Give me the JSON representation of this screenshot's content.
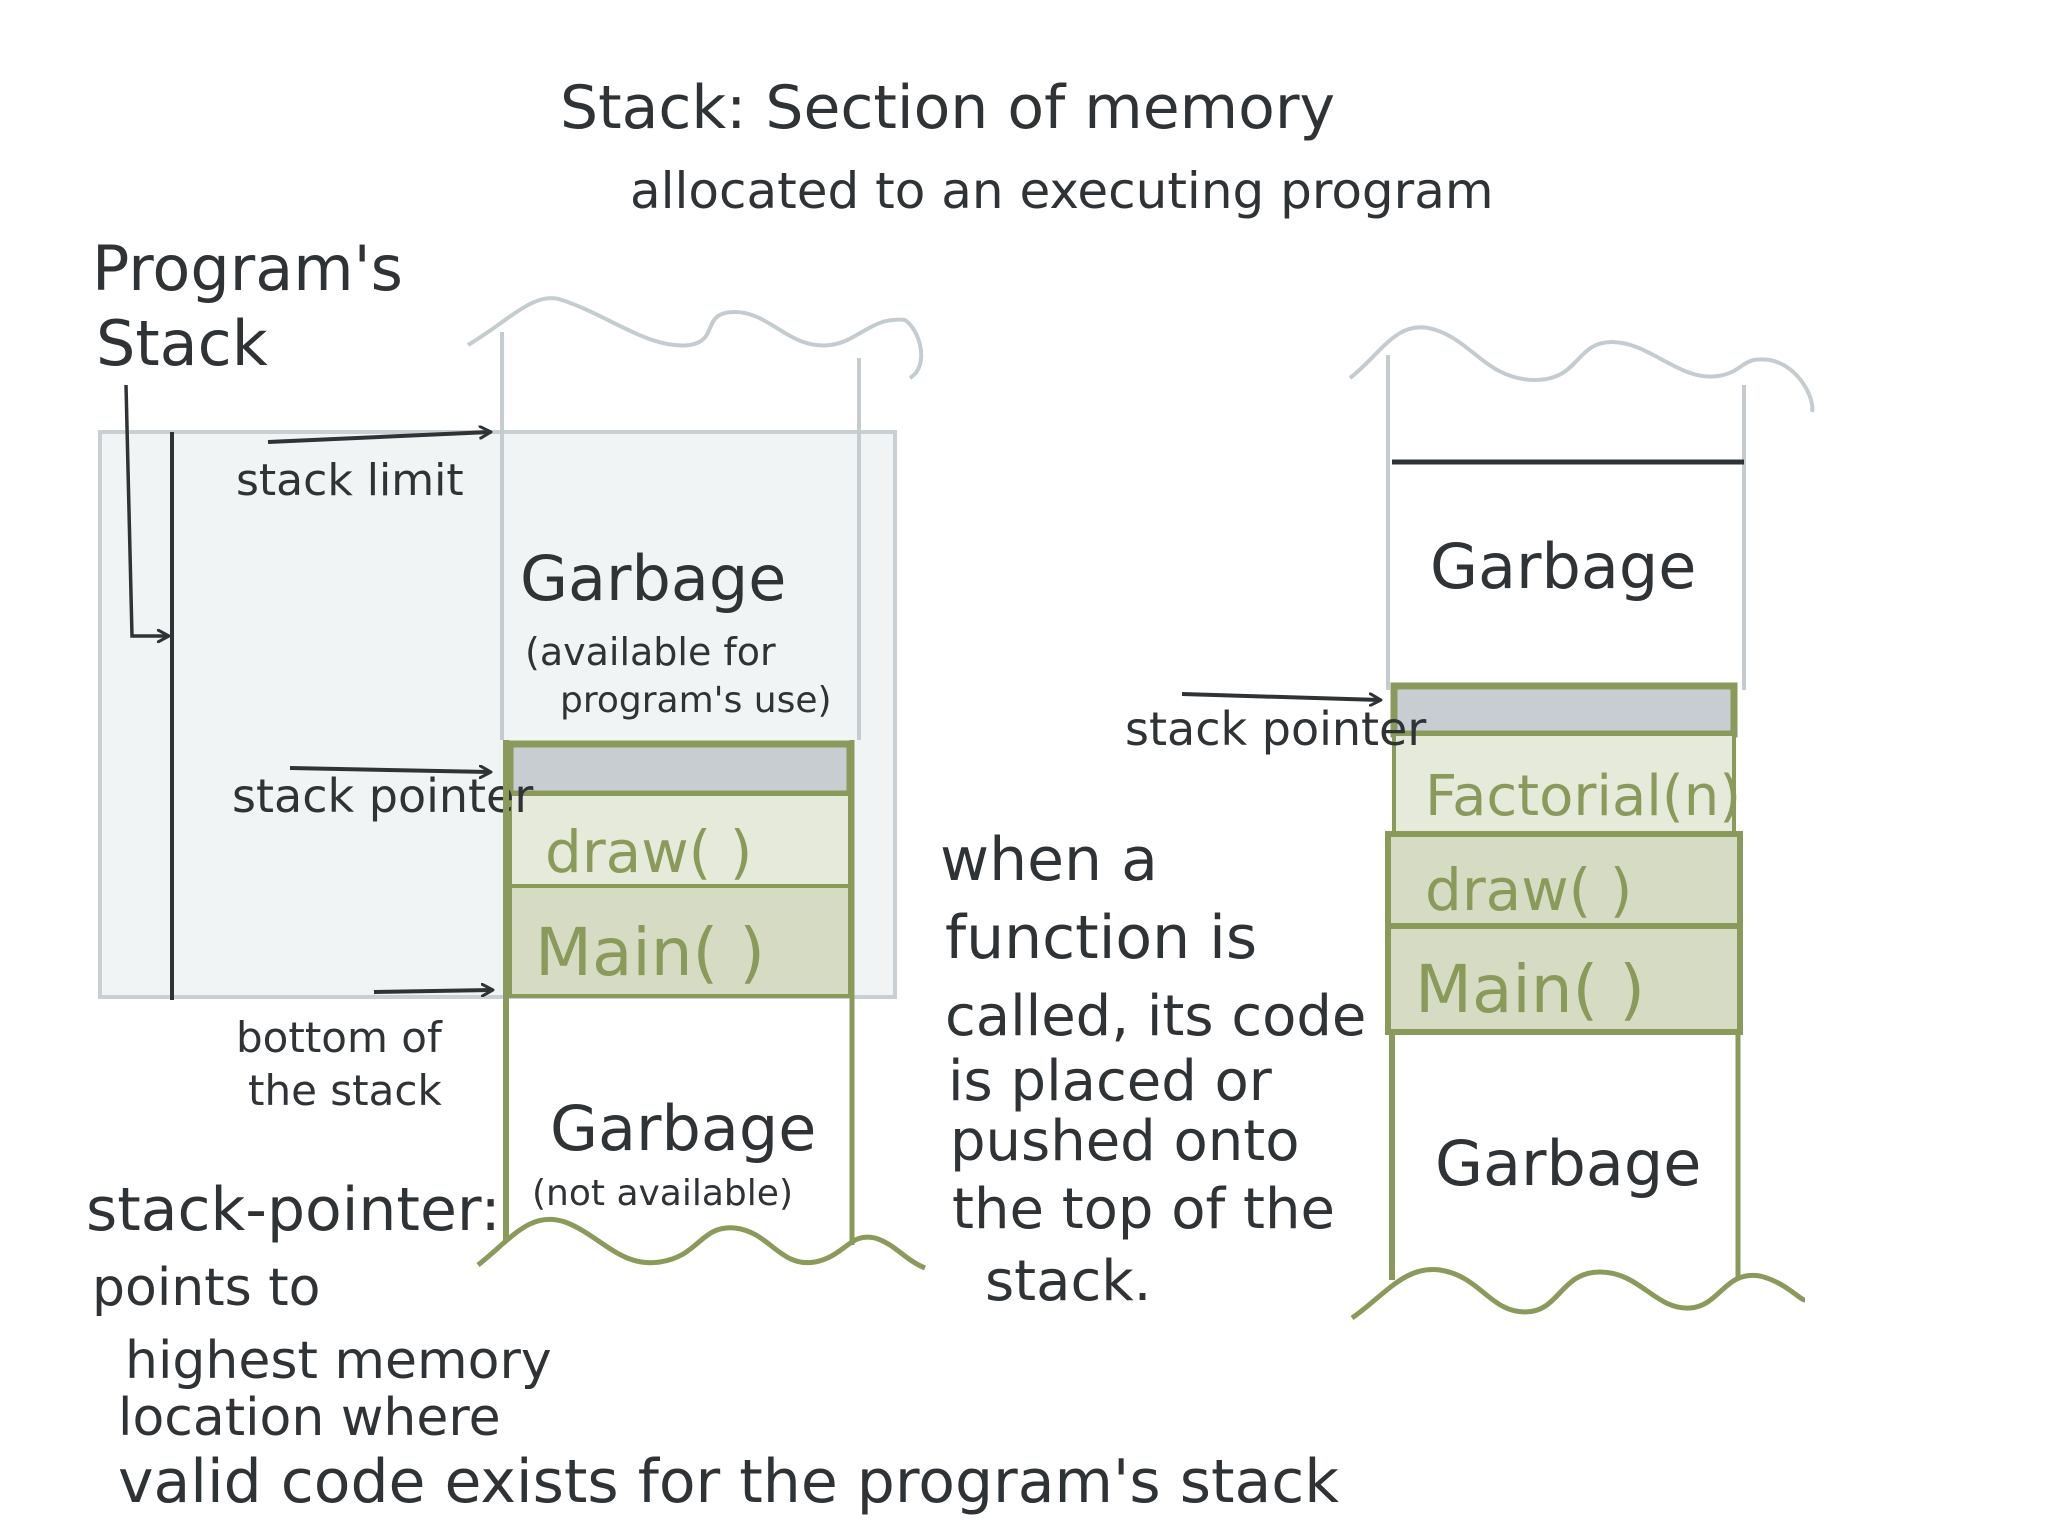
{
  "title": {
    "line1": "Stack: Section of memory",
    "line2": "allocated to an executing program"
  },
  "left_diagram": {
    "programs_stack_line1": "Program's",
    "programs_stack_line2": "Stack",
    "stack_limit": "stack limit",
    "stack_pointer": "stack pointer",
    "bottom_line1": "bottom of",
    "bottom_line2": "the stack",
    "garbage_top": "Garbage",
    "garbage_top_note_line1": "(available for",
    "garbage_top_note_line2": "program's use)",
    "frame_draw": "draw( )",
    "frame_main": "Main( )",
    "garbage_bottom": "Garbage",
    "garbage_bottom_note": "(not available)"
  },
  "note": {
    "line1": "when a",
    "line2": "function is",
    "line3": "called, its code",
    "line4": "is placed or",
    "line5": "pushed onto",
    "line6": "the top of the",
    "line7": "stack."
  },
  "right_diagram": {
    "garbage_top": "Garbage",
    "stack_pointer": "stack pointer",
    "frame_factorial": "Factorial(n)",
    "frame_draw": "draw( )",
    "frame_main": "Main( )",
    "garbage_bottom": "Garbage"
  },
  "definition": {
    "line1": "stack-pointer:",
    "line2": "points to",
    "line3": "highest memory",
    "line4": "location where",
    "line5": "valid code exists for the program's stack"
  },
  "colors": {
    "ink": "#2f3336",
    "green": "#8a9a5b",
    "frame_fill": "#d6dcc3",
    "frame_fill_light": "#e6eada",
    "pointer_slot": "#c7cdd1",
    "region_fill": "#f1f4f4",
    "region_border": "#c9d0d4",
    "outline_grey": "#c5ccd0"
  }
}
